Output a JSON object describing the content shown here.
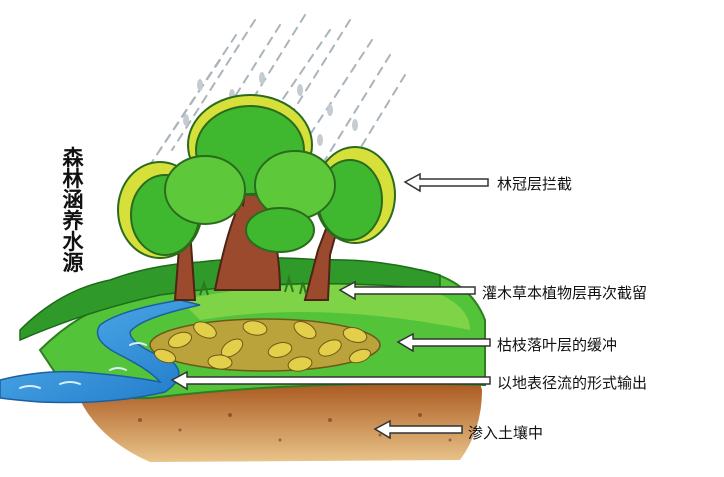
{
  "title_vertical": [
    "森",
    "林",
    "涵",
    "养",
    "水",
    "源"
  ],
  "labels": {
    "canopy": "林冠层拦截",
    "shrub_grass": "灌木草本植物层再次截留",
    "litter": "枯枝落叶层的缓冲",
    "surface_runoff": "以地表径流的形式输出",
    "soil": "渗入土壤中"
  },
  "colors": {
    "canopy_green": "#3fb72e",
    "canopy_yellow": "#d7e03a",
    "trunk_brown": "#9c4a2e",
    "grass_green": "#4cbf3a",
    "litter_yellow": "#c9b53b",
    "water_blue": "#2f8fe0",
    "soil_brown": "#8a4a1f",
    "rain_gray": "#a9b4bc"
  }
}
